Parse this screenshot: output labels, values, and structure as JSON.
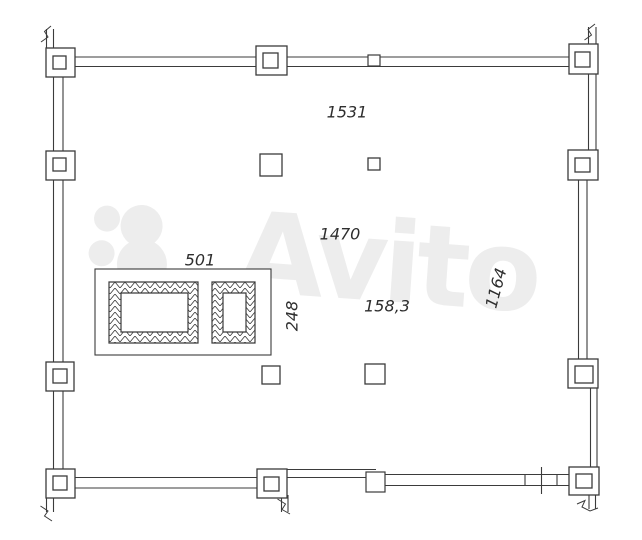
{
  "colors": {
    "line": "#3b3b3b",
    "text": "#2e2e2e",
    "watermark": "#ededed",
    "bg": "#ffffff"
  },
  "watermark": {
    "brand": "Avito"
  },
  "dimensions": {
    "top_span": "1531",
    "mid_span": "1470",
    "right_span": "1164",
    "block_width": "501",
    "block_height": "248",
    "area": "158,3"
  }
}
